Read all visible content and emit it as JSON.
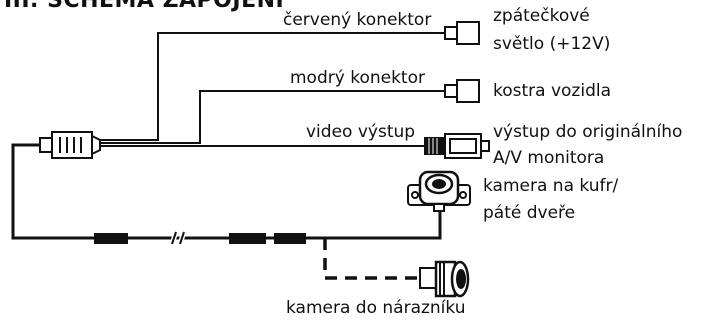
{
  "title": "III. SCHÉMA ZAPOJENÍ",
  "labels": {
    "red_connector": "červený konektor",
    "reverse_light_line1": "zpátečkové",
    "reverse_light_line2": "světlo (+12V)",
    "blue_connector": "modrý konektor",
    "vehicle_ground": "kostra vozidla",
    "video_output": "video výstup",
    "original_av_line1": "výstup do originálního",
    "original_av_line2": "A/V monitora",
    "trunk_camera_line1": "kamera na kufr/",
    "trunk_camera_line2": "páté dveře",
    "bumper_camera": "kamera do nárazníku"
  },
  "colors": {
    "line": "#111111",
    "background": "#ffffff"
  }
}
